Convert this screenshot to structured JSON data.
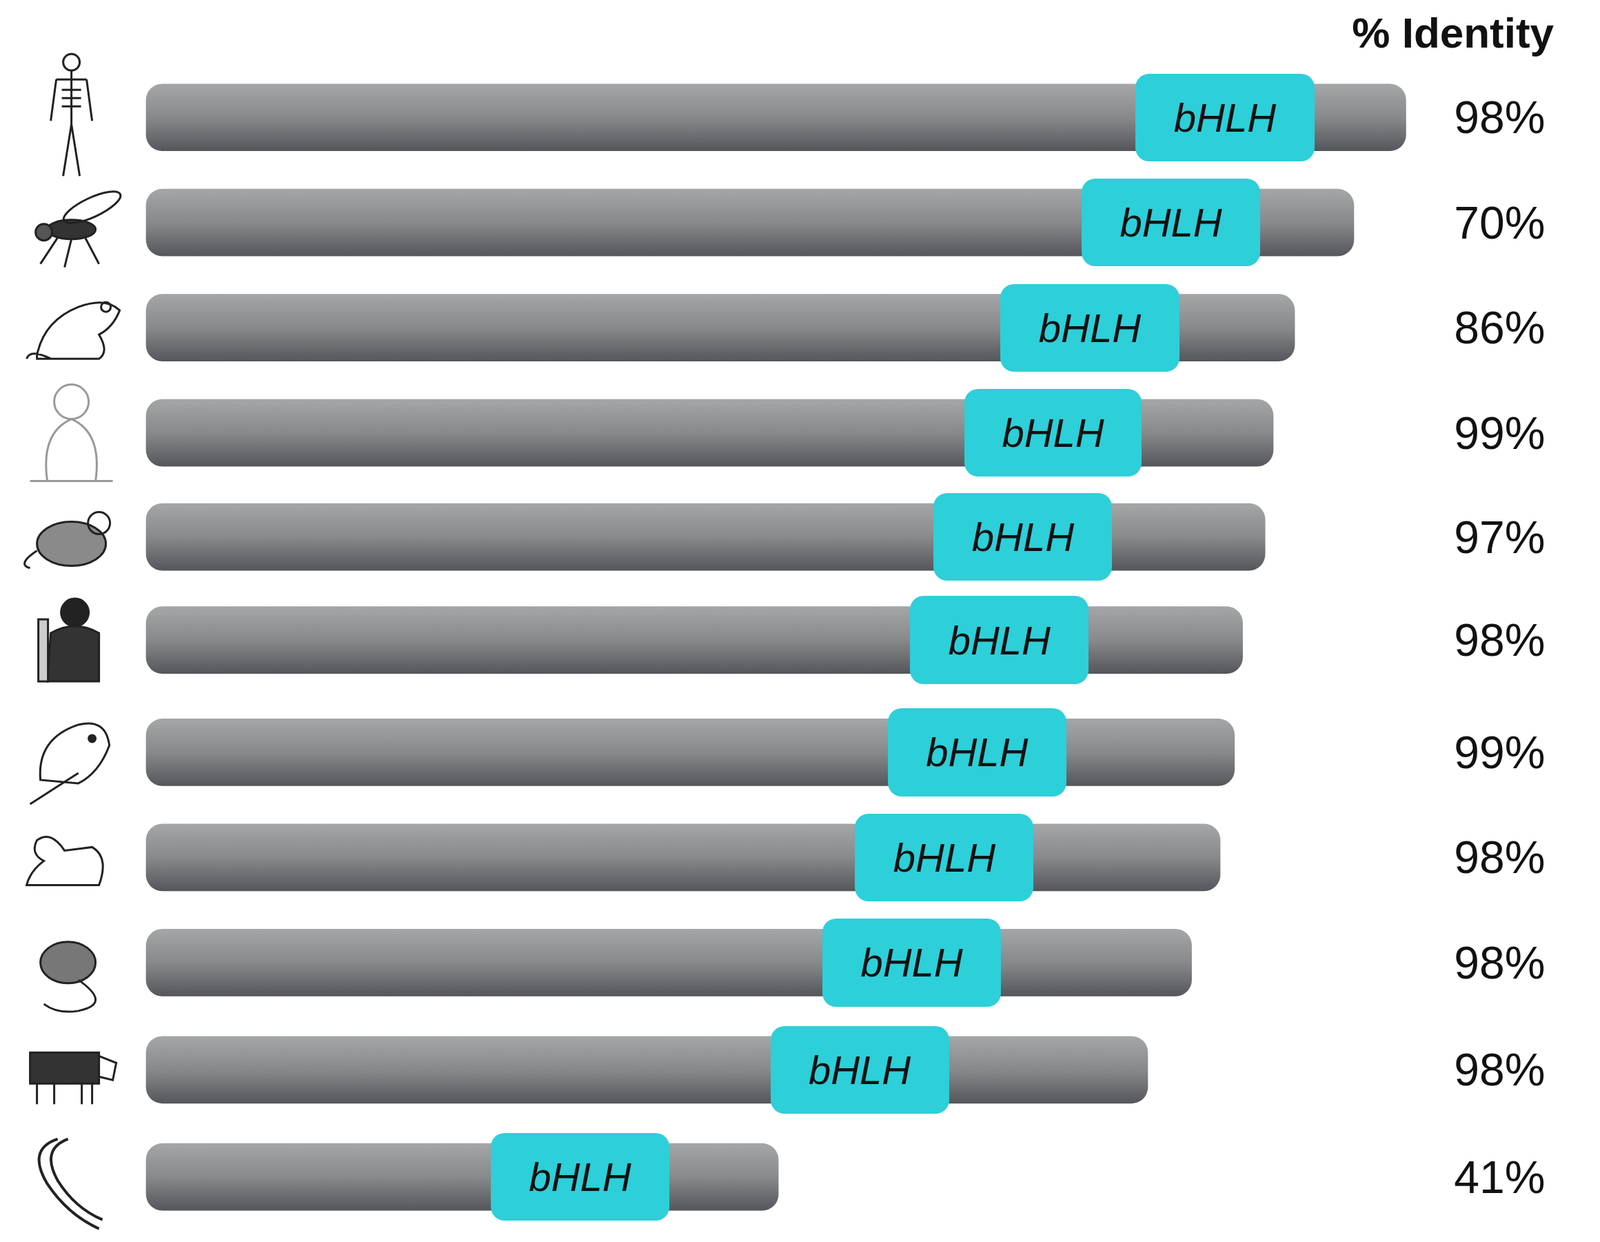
{
  "diagram": {
    "nodes": [
      {
        "text": [
          "bHLH"
        ]
      },
      {
        "text": [
          "bHLH"
        ]
      },
      {
        "text": [
          "bHLH"
        ]
      },
      {
        "text": [
          "bHLH"
        ]
      },
      {
        "text": [
          "bHLH"
        ]
      },
      {
        "text": [
          "bHLH"
        ]
      },
      {
        "text": [
          "bHLH"
        ]
      },
      {
        "text": [
          "bHLH"
        ]
      },
      {
        "text": [
          "bHLH"
        ]
      },
      {
        "text": [
          "bHLH"
        ]
      },
      {
        "text": [
          "bHLH"
        ]
      }
    ],
    "labels": [
      "% Identity",
      "98%",
      "70%",
      "86%",
      "99%",
      "97%",
      "98%",
      "99%",
      "98%",
      "98%",
      "98%",
      "41%"
    ]
  }
}
